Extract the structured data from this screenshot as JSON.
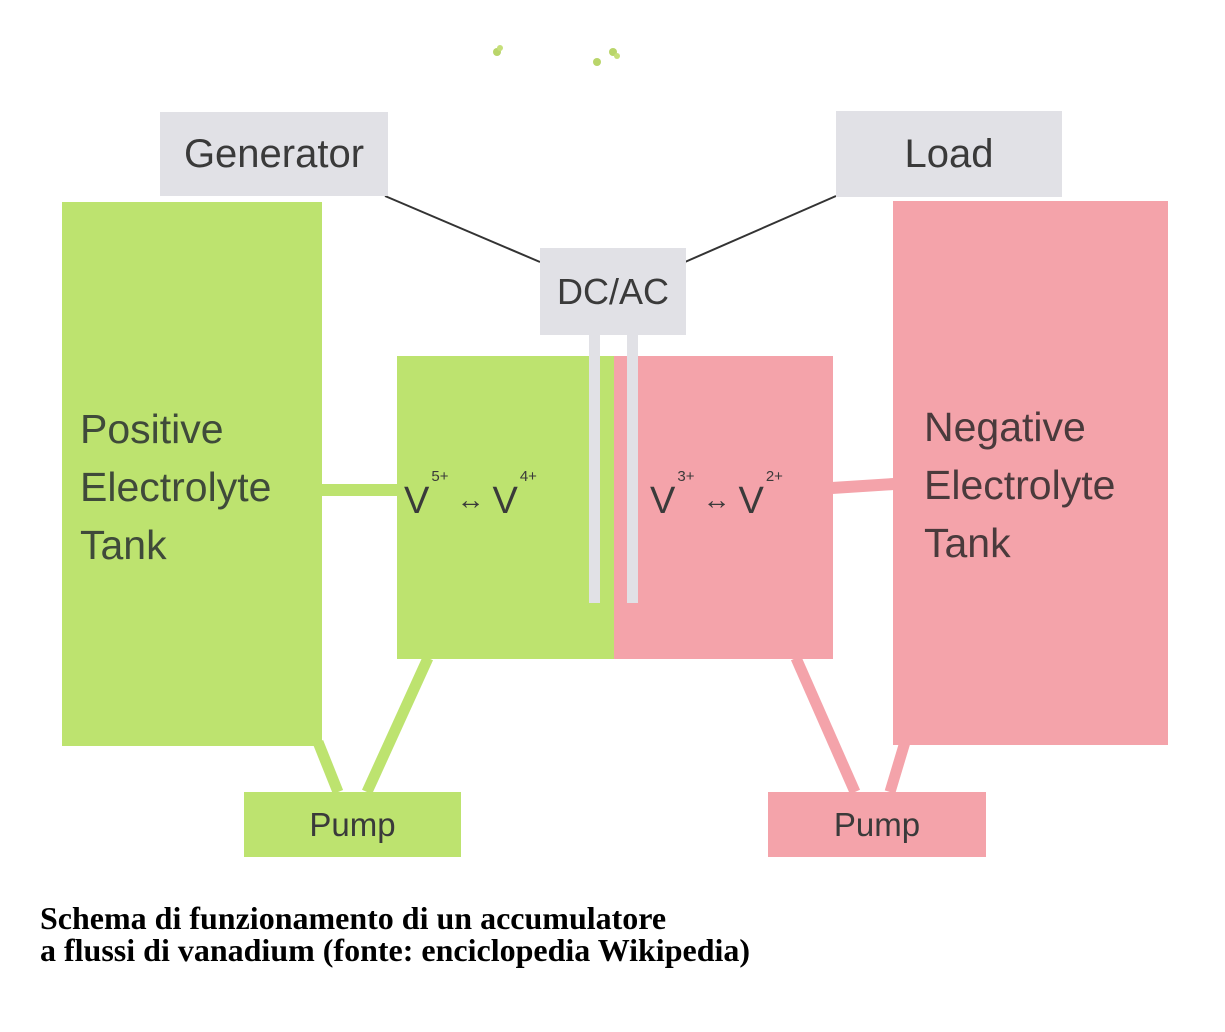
{
  "generator": {
    "label": "Generator"
  },
  "load": {
    "label": "Load"
  },
  "converter": {
    "label": "DC/AC"
  },
  "positive_tank": {
    "lines": [
      "Positive",
      "Electrolyte",
      "Tank"
    ]
  },
  "negative_tank": {
    "lines": [
      "Negative",
      "Electrolyte",
      "Tank"
    ]
  },
  "positive_cell": {
    "ion_a": "V",
    "charge_a": "5+",
    "arrow": "↔",
    "ion_b": "V",
    "charge_b": "4+"
  },
  "negative_cell": {
    "ion_a": "V",
    "charge_a": "3+",
    "arrow": "↔",
    "ion_b": "V",
    "charge_b": "2+"
  },
  "pump_left": {
    "label": "Pump"
  },
  "pump_right": {
    "label": "Pump"
  },
  "caption": {
    "line1": "Schema di funzionamento di un accumulatore",
    "line2": "a flussi di vanadium (fonte: enciclopedia Wikipedia)"
  },
  "colors": {
    "positive": "#bde36f",
    "negative": "#f4a3aa",
    "device": "#e1e1e6"
  }
}
